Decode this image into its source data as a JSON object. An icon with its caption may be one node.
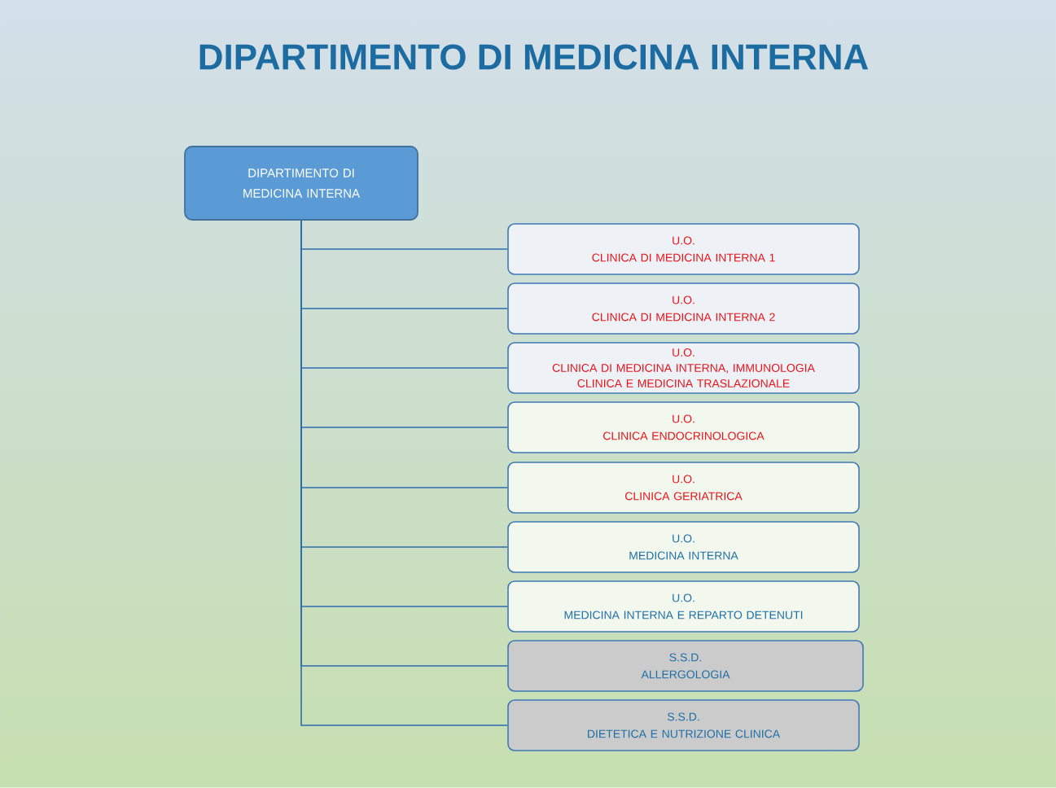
{
  "diagram": {
    "title": "DIPARTIMENTO DI MEDICINA INTERNA",
    "nodes": [
      {
        "text": [
          "DIPARTIMENTO DI MEDICINA INTERNA"
        ]
      },
      {
        "text": [
          "U.O.",
          "CLINICA DI MEDICINA INTERNA 1"
        ]
      },
      {
        "text": [
          "U.O.",
          "CLINICA DI MEDICINA INTERNA 2"
        ]
      },
      {
        "text": [
          "U.O.",
          "CLINICA DI MEDICINA INTERNA,  IMMUNOLOGIA CLINICA E MEDICINA TRASLAZIONALE"
        ]
      },
      {
        "text": [
          "U.O.",
          "CLINICA ENDOCRINOLOGICA"
        ]
      },
      {
        "text": [
          "U.O.",
          "CLINICA GERIATRICA"
        ]
      },
      {
        "text": [
          "U.O.",
          "MEDICINA INTERNA"
        ]
      },
      {
        "text": [
          "U.O.",
          "MEDICINA INTERNA E REPARTO DETENUTI"
        ]
      },
      {
        "text": [
          "S.S.D.",
          "ALLERGOLOGIA"
        ]
      },
      {
        "text": [
          "S.S.D.",
          "DIETETICA E NUTRIZIONE CLINICA"
        ]
      }
    ],
    "edges": [
      {
        "from": 0,
        "to": 1,
        "arrow": "none"
      },
      {
        "from": 0,
        "to": 2,
        "arrow": "none"
      },
      {
        "from": 0,
        "to": 3,
        "arrow": "none"
      },
      {
        "from": 0,
        "to": 4,
        "arrow": "none"
      },
      {
        "from": 0,
        "to": 5,
        "arrow": "none"
      },
      {
        "from": 0,
        "to": 6,
        "arrow": "none"
      },
      {
        "from": 0,
        "to": 7,
        "arrow": "none"
      },
      {
        "from": 0,
        "to": 8,
        "arrow": "none"
      },
      {
        "from": 0,
        "to": 9,
        "arrow": "none"
      }
    ]
  }
}
